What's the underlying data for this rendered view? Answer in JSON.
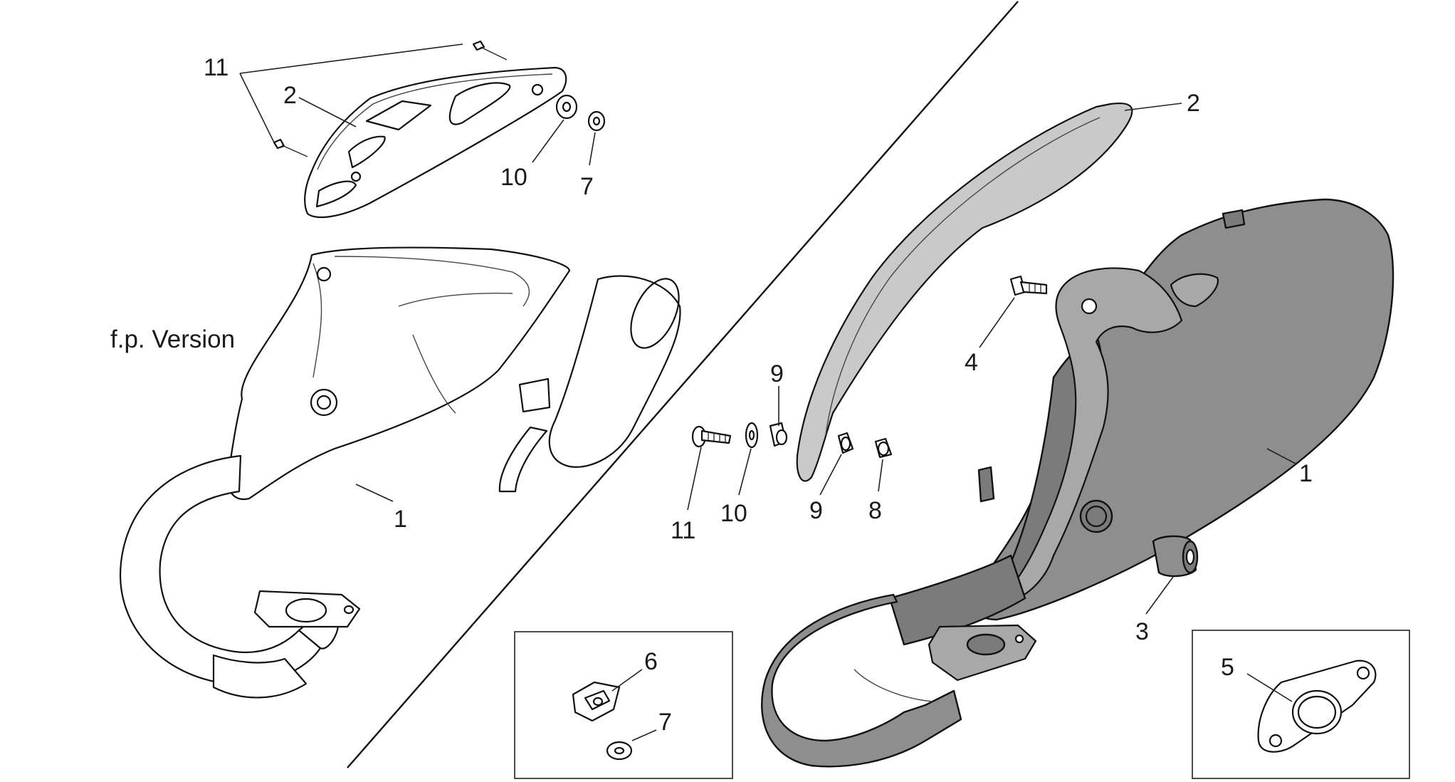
{
  "diagram": {
    "version_label": "f.p. Version",
    "left_callouts": {
      "c11": "11",
      "c2": "2",
      "c10": "10",
      "c7": "7",
      "c1": "1"
    },
    "center_callouts": {
      "c9a": "9",
      "c11": "11",
      "c10": "10",
      "c9b": "9",
      "c8": "8"
    },
    "right_callouts": {
      "c2": "2",
      "c4": "4",
      "c1": "1",
      "c3": "3"
    },
    "inset_left_callouts": {
      "c6": "6",
      "c7": "7"
    },
    "inset_right_callouts": {
      "c5": "5"
    }
  }
}
